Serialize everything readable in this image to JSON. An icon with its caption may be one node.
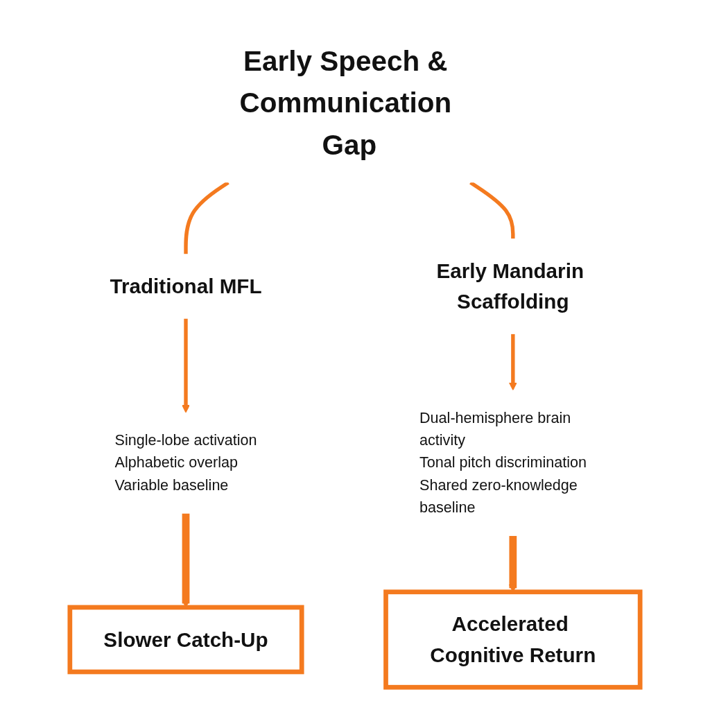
{
  "diagram": {
    "nodes": [
      {
        "text": [
          "Early Speech & Communication Gap"
        ]
      },
      {
        "text": [
          "Traditional MFL"
        ]
      },
      {
        "text": [
          "Early Mandarin Scaffolding"
        ]
      },
      {
        "text": [
          "Single-lobe activation",
          "Alphabetic overlap",
          "Variable baseline"
        ]
      },
      {
        "text": [
          "Dual-hemisphere brain activity",
          "Tonal pitch discrimination",
          "Shared zero-knowledge baseline"
        ]
      },
      {
        "text": [
          "Slower Catch-Up"
        ]
      },
      {
        "text": [
          "Accelerated Cognitive Return"
        ]
      }
    ],
    "edges": [
      {
        "from": 0,
        "to": 1,
        "arrow": "none"
      },
      {
        "from": 0,
        "to": 2,
        "arrow": "none"
      },
      {
        "from": 1,
        "to": 3,
        "arrow": "to"
      },
      {
        "from": 2,
        "to": 4,
        "arrow": "to"
      },
      {
        "from": 3,
        "to": 5,
        "arrow": "to",
        "style": "thick"
      },
      {
        "from": 4,
        "to": 6,
        "arrow": "to",
        "style": "thick"
      }
    ]
  }
}
